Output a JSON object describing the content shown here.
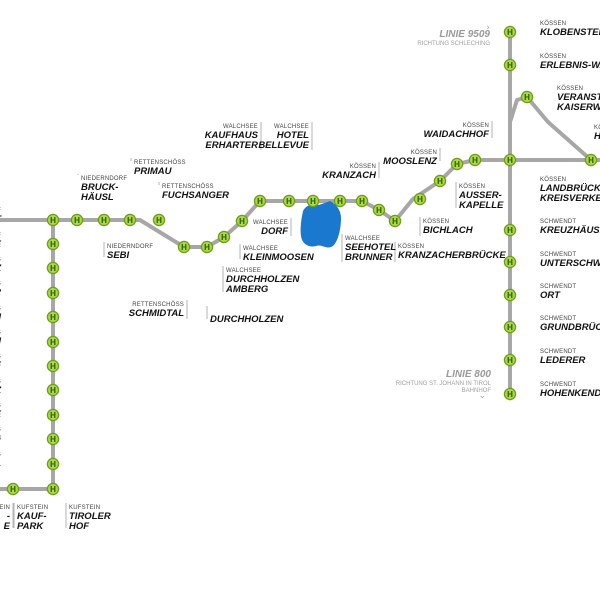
{
  "colors": {
    "track": "#a7a7a7",
    "stop_fill": "#a8d94a",
    "stop_stroke": "#6f9d18",
    "lake": "#1a78cf"
  },
  "stop_symbol": "H",
  "stop_icon": "bus-stop-icon",
  "lake_icon": "lake-walchsee",
  "line_labels": [
    {
      "title": "LINIE 9509",
      "direction": [
        "RICHTUNG SCHLECHING"
      ],
      "arrow": "›"
    },
    {
      "title": "LINIE 800",
      "direction": [
        "RICHTUNG ST. JOHANN IN TIROL",
        "BAHNHOF"
      ],
      "arrow": "⌄"
    }
  ],
  "stops": [
    {
      "town": "NIEDERNDORF",
      "name": [
        "...STAMT"
      ]
    },
    {
      "town": "NIEDERNDORF",
      "name": [
        "...GASSE"
      ]
    },
    {
      "town": "EBBS",
      "name": [
        "...PLATZ"
      ]
    },
    {
      "town": "EBBS",
      "name": [
        "...WEHR"
      ]
    },
    {
      "town": "EBBS",
      "name": [
        "...TRUM"
      ]
    },
    {
      "town": "EBBS",
      "name": [
        "...TRUM"
      ]
    },
    {
      "town": "EBBS",
      "name": [
        "...DORF"
      ]
    },
    {
      "town": "EBBS",
      "name": [
        "...HANZ"
      ]
    },
    {
      "town": "EBBS",
      "name": [
        "...LAGE"
      ]
    },
    {
      "town": "EBBS",
      "name": [
        "...WANG"
      ]
    },
    {
      "town": "EBBS",
      "name": [
        "...RTAL"
      ]
    },
    {
      "town": "KUFSTEIN",
      "name": [
        "-",
        "E"
      ]
    },
    {
      "town": "KUFSTEIN",
      "name": [
        "KAUF-",
        "PARK"
      ]
    },
    {
      "town": "KUFSTEIN",
      "name": [
        "TIROLER",
        "HOF"
      ]
    },
    {
      "town": "NIEDERNDORF",
      "name": [
        "BRUCK-",
        "HÄUSL"
      ]
    },
    {
      "town": "NIEDERNDORF",
      "name": [
        "SEBI"
      ]
    },
    {
      "town": "RETTENSCHÖSS",
      "name": [
        "PRIMAU"
      ]
    },
    {
      "town": "RETTENSCHÖSS",
      "name": [
        "FUCHSANGER"
      ]
    },
    {
      "town": "RETTENSCHÖSS",
      "name": [
        "SCHMIDTAL"
      ]
    },
    {
      "town": "WALCHSEE",
      "name": [
        "DURCHHOLZEN",
        "AMBERG"
      ]
    },
    {
      "town": "",
      "name": [
        "DURCHHOLZEN"
      ]
    },
    {
      "town": "WALCHSEE",
      "name": [
        "DORF"
      ]
    },
    {
      "town": "WALCHSEE",
      "name": [
        "KLEINMOOSEN"
      ]
    },
    {
      "town": "WALCHSEE",
      "name": [
        "KAUFHAUS",
        "ERHARTER"
      ]
    },
    {
      "town": "WALCHSEE",
      "name": [
        "HOTEL",
        "BELLEVUE"
      ]
    },
    {
      "town": "KÖSSEN",
      "name": [
        "KRANZACH"
      ]
    },
    {
      "town": "WALCHSEE",
      "name": [
        "SEEHOTEL",
        "BRUNNER"
      ]
    },
    {
      "town": "KÖSSEN",
      "name": [
        "KRANZACHERBRÜCKE"
      ]
    },
    {
      "town": "KÖSSEN",
      "name": [
        "BICHLACH"
      ]
    },
    {
      "town": "KÖSSEN",
      "name": [
        "MOOSLENZ"
      ]
    },
    {
      "town": "KÖSSEN",
      "name": [
        "AUSSER-",
        "KAPELLE"
      ]
    },
    {
      "town": "KÖSSEN",
      "name": [
        "WAIDACHHOF"
      ]
    },
    {
      "town": "KÖSSEN",
      "name": [
        "KLOBENSTEIN..."
      ]
    },
    {
      "town": "KÖSSEN",
      "name": [
        "ERLEBNIS-WA..."
      ]
    },
    {
      "town": "KÖSSEN",
      "name": [
        "VERANST...",
        "KAISERW..."
      ]
    },
    {
      "town": "KÖSSEN",
      "name": [
        "LANDBRÜCK...",
        "KREISVERKEH..."
      ]
    },
    {
      "town": "KÖSSEN",
      "name": [
        "H..."
      ]
    },
    {
      "town": "SCHWENDT",
      "name": [
        "KREUZHÄUSL..."
      ]
    },
    {
      "town": "SCHWENDT",
      "name": [
        "UNTERSCHW..."
      ]
    },
    {
      "town": "SCHWENDT",
      "name": [
        "ORT"
      ]
    },
    {
      "town": "SCHWENDT",
      "name": [
        "GRUNDBRÜC..."
      ]
    },
    {
      "town": "SCHWENDT",
      "name": [
        "LEDERER"
      ]
    },
    {
      "town": "SCHWENDT",
      "name": [
        "HOHENKENDL..."
      ]
    }
  ]
}
